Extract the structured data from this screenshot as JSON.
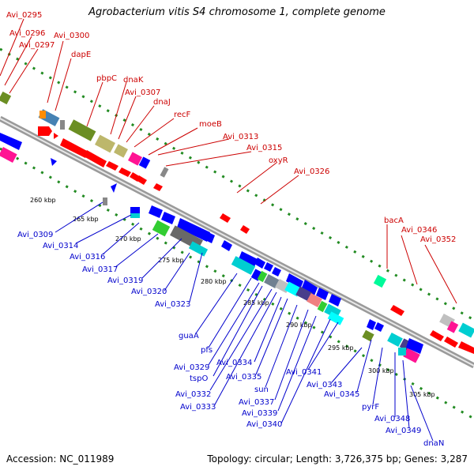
{
  "title": "Agrobacterium vitis S4 chromosome 1, complete genome",
  "footer": {
    "accession": "Accession: NC_011989",
    "summary": "Topology: circular; Length: 3,726,375 bp; Genes: 3,287"
  },
  "colors": {
    "forward_label": "#cc0000",
    "reverse_label": "#0000cc",
    "backbone": "#808080",
    "scale_dots": "#228b22",
    "forward_feature": "#ff0000",
    "reverse_feature": "#0000ff"
  },
  "scale_labels": [
    "260 kbp",
    "265 kbp",
    "270 kbp",
    "275 kbp",
    "280 kbp",
    "285 kbp",
    "290 kbp",
    "295 kbp",
    "300 kbp",
    "305 kbp"
  ],
  "forward_labels": [
    "Avi_0295",
    "Avi_0296",
    "Avi_0297",
    "Avi_0300",
    "dapE",
    "pbpC",
    "dnaK",
    "Avi_0307",
    "dnaJ",
    "recF",
    "moeB",
    "Avi_0313",
    "Avi_0315",
    "oxyR",
    "Avi_0326",
    "bacA",
    "Avi_0346",
    "Avi_0352"
  ],
  "reverse_labels": [
    "Avi_0309",
    "Avi_0314",
    "Avi_0316",
    "Avi_0317",
    "Avi_0319",
    "Avi_0320",
    "Avi_0323",
    "guaA",
    "pfs",
    "Avi_0329",
    "tspO",
    "Avi_0332",
    "Avi_0333",
    "Avi_0334",
    "Avi_0335",
    "sun",
    "Avi_0337",
    "Avi_0339",
    "Avi_0340",
    "Avi_0341",
    "Avi_0343",
    "Avi_0345",
    "pyrF",
    "Avi_0348",
    "Avi_0349",
    "dnaN"
  ]
}
